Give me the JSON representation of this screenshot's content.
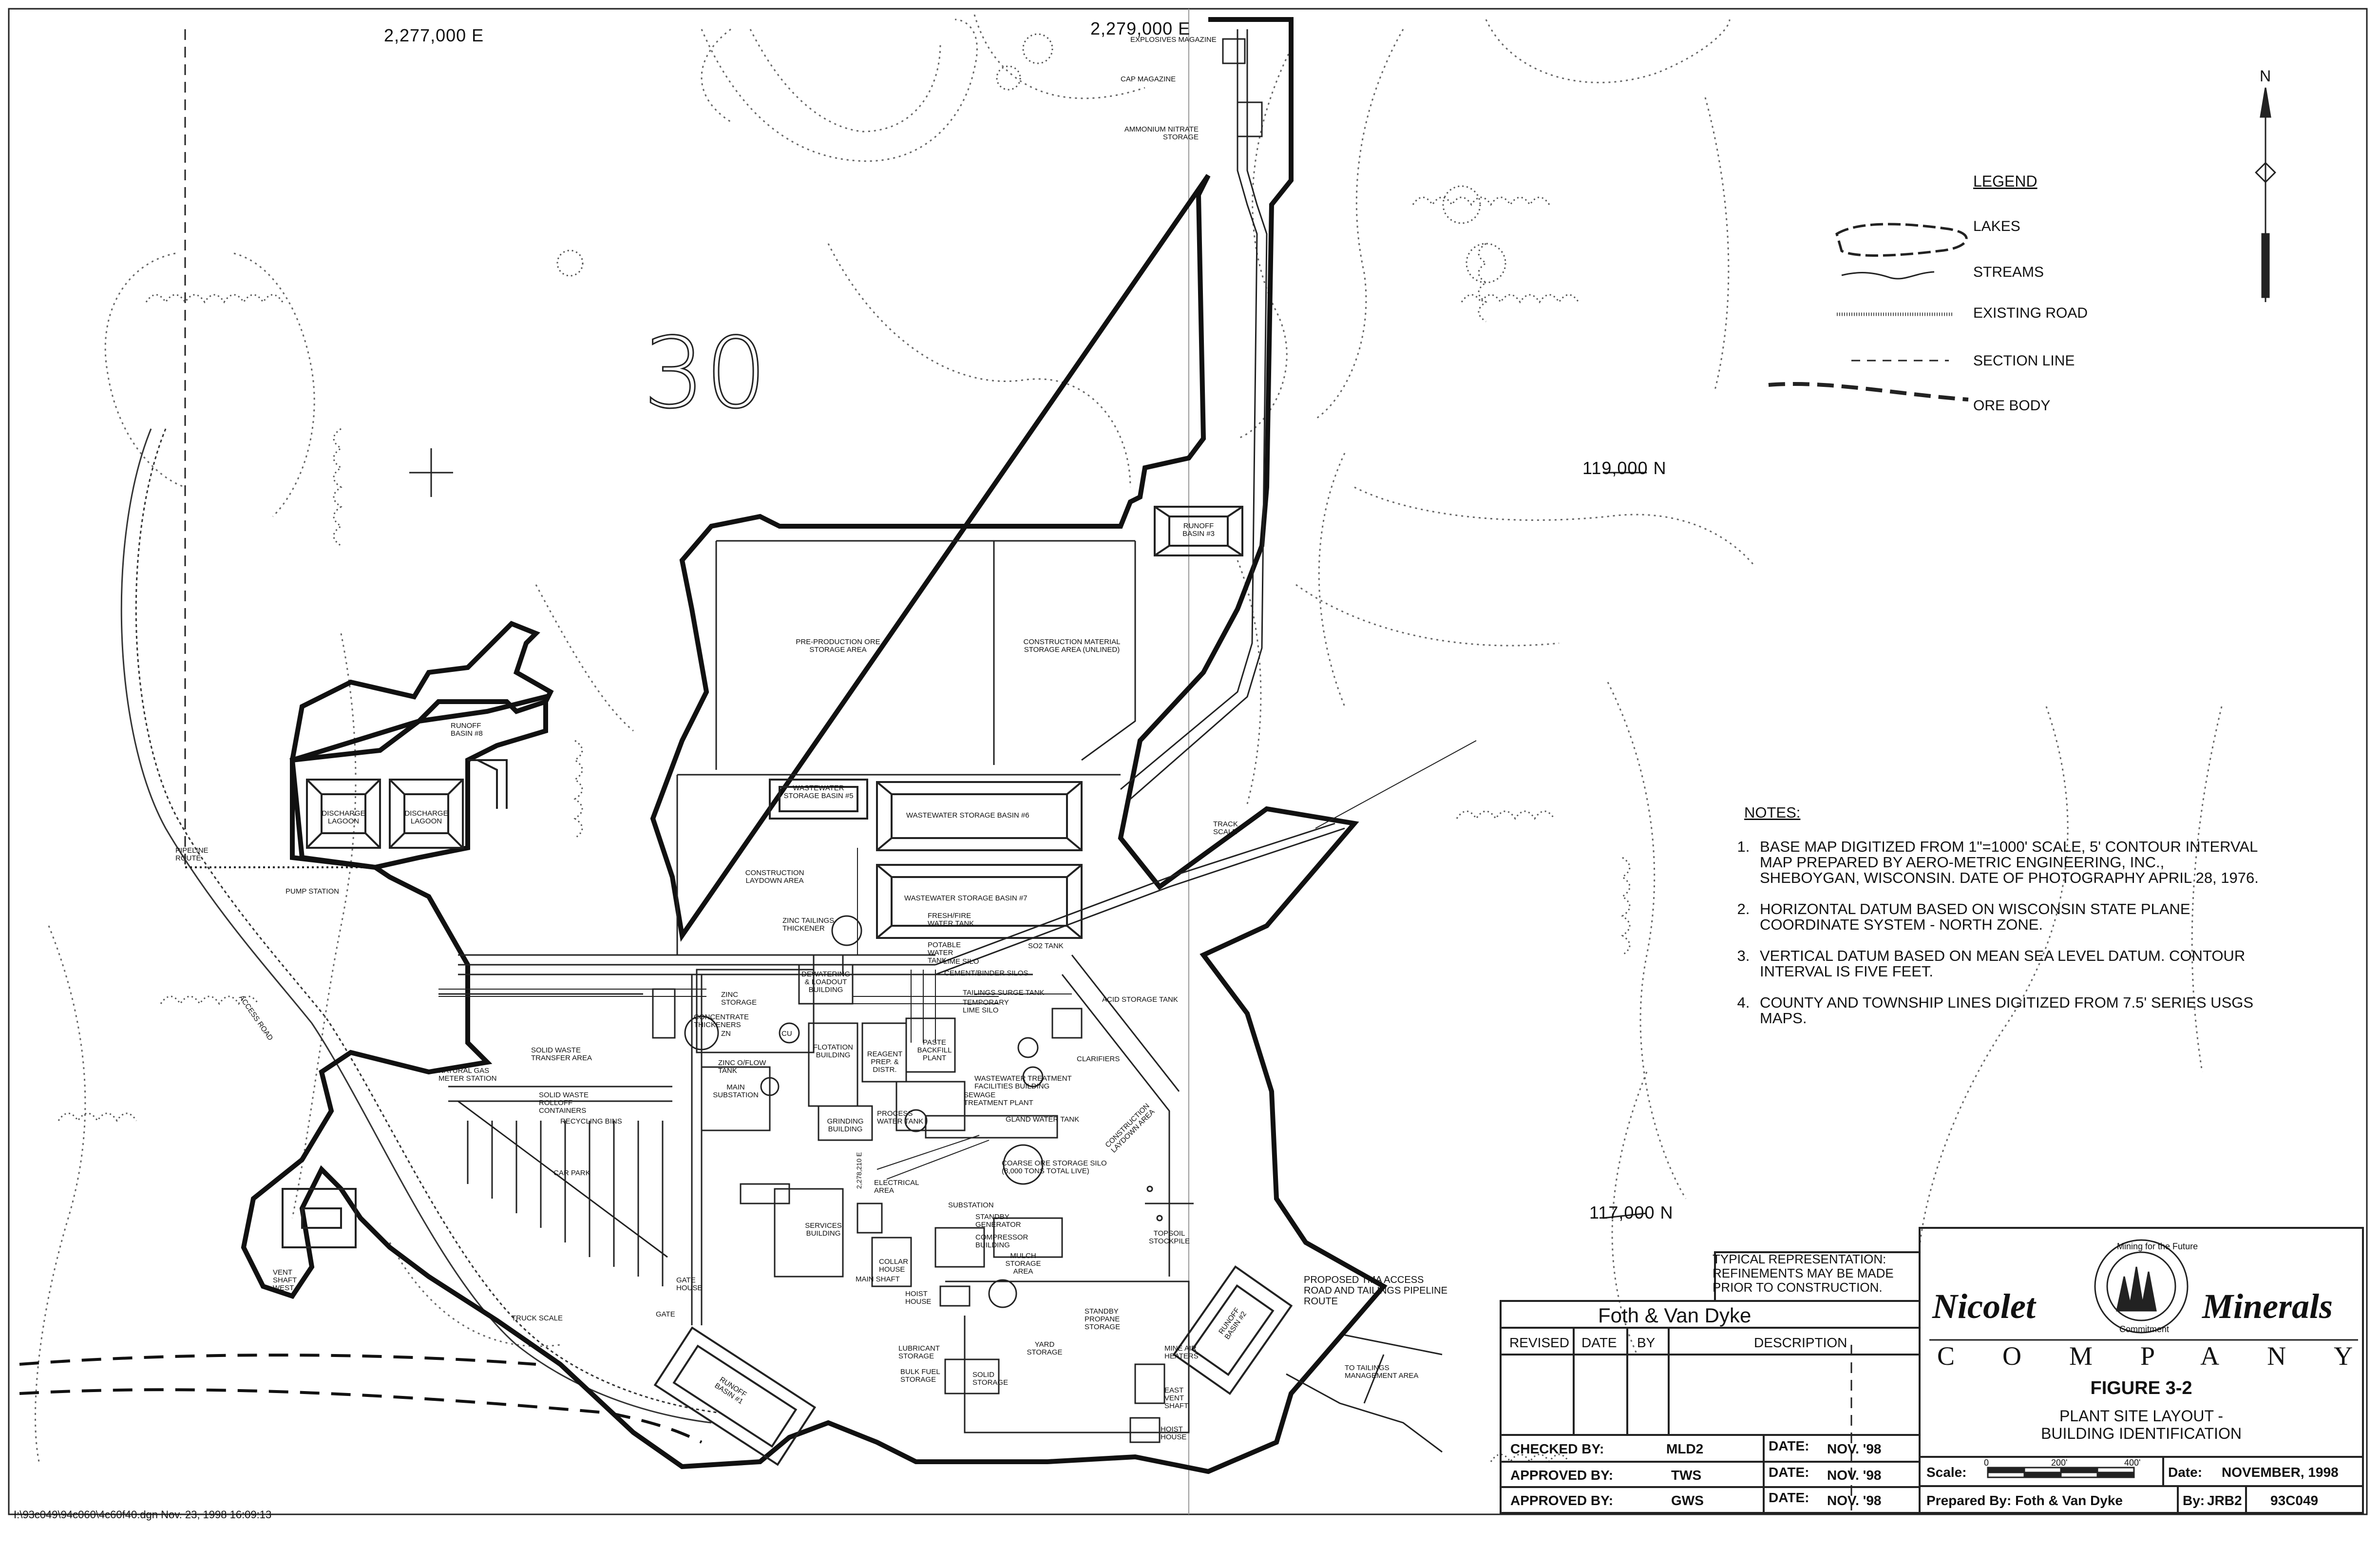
{
  "map": {
    "coordinates": {
      "e_2277000": "2,277,000 E",
      "e_2279000": "2,279,000 E",
      "n_119000": "119,000 N",
      "n_117000": "117,000 N",
      "e_2278210": "2,278,210 E"
    },
    "section_number": "30",
    "north_arrow_label": "N",
    "labels": {
      "explosives_magazine": "EXPLOSIVES MAGAZINE",
      "cap_magazine": "CAP MAGAZINE",
      "ammonium_nitrate_storage": "AMMONIUM NITRATE STORAGE",
      "runoff_basin_3": "RUNOFF BASIN #3",
      "pre_production_ore": "PRE-PRODUCTION ORE STORAGE AREA",
      "construction_material": "CONSTRUCTION MATERIAL STORAGE AREA (UNLINED)",
      "runoff_basin_8": "RUNOFF BASIN #8",
      "discharge_lagoon_1": "DISCHARGE LAGOON",
      "discharge_lagoon_2": "DISCHARGE LAGOON",
      "pipeline_route": "PIPELINE ROUTE",
      "pump_station": "PUMP STATION",
      "wastewater_basin_5": "WASTEWATER STORAGE BASIN #5",
      "wastewater_basin_6": "WASTEWATER STORAGE BASIN #6",
      "wastewater_basin_7": "WASTEWATER STORAGE BASIN #7",
      "construction_laydown": "CONSTRUCTION LAYDOWN AREA",
      "zinc_tailings_thickener": "ZINC TAILINGS THICKENER",
      "fresh_fire_water": "FRESH/FIRE WATER TANK",
      "potable_water": "POTABLE WATER TANK",
      "so2_tank": "SO2 TANK",
      "lime_silo": "LIME SILO",
      "cement_binder": "CEMENT/BINDER SILOS",
      "tailings_surge": "TAILINGS SURGE TANK",
      "temporary_lime_silo": "TEMPORARY LIME SILO",
      "dewatering": "DEWATERING & LOADOUT BUILDING",
      "zinc_storage": "ZINC STORAGE",
      "concentrate_thickeners": "CONCENTRATE THICKENERS",
      "acid_storage": "ACID STORAGE TANK",
      "clarifiers": "CLARIFIERS",
      "flotation": "FLOTATION BUILDING",
      "reagent": "REAGENT PREP. & DISTR.",
      "paste_backfill": "PASTE BACKFILL PLANT",
      "zinc_overflow": "ZINC O/FLOW TANK",
      "main_substation": "MAIN SUBSTATION",
      "wastewater_treatment": "WASTEWATER TREATMENT FACILITIES BUILDING",
      "sewage_treatment": "SEWAGE TREATMENT PLANT",
      "grinding": "GRINDING BUILDING",
      "process_water": "PROCESS WATER TANK",
      "gland_water": "GLAND WATER TANK",
      "coarse_ore": "COARSE ORE STORAGE SILO (8,000 TONS TOTAL LIVE)",
      "construction_laydown_2": "CONSTRUCTION LAYDOWN AREA",
      "solid_waste_transfer": "SOLID WASTE TRANSFER AREA",
      "natural_gas": "NATURAL GAS METER STATION",
      "solid_waste_rolloff": "SOLID WASTE ROLLOFF CONTAINERS",
      "recycling_bins": "RECYCLING BINS",
      "car_park": "CAR PARK",
      "access_road": "ACCESS ROAD",
      "electrical_area": "ELECTRICAL AREA",
      "substation": "SUBSTATION",
      "standby_generator": "STANDBY GENERATOR",
      "services": "SERVICES BUILDING",
      "compressor": "COMPRESSOR BUILDING",
      "mulch_storage": "MULCH STORAGE AREA",
      "topsoil": "TOPSOIL STOCKPILE",
      "collar_house": "COLLAR HOUSE",
      "main_shaft": "MAIN SHAFT",
      "hoist_house": "HOIST HOUSE",
      "track_scale": "TRACK SCALE",
      "vent_shaft_west": "VENT SHAFT WEST",
      "truck_scale": "TRUCK SCALE",
      "gate": "GATE",
      "gate_house": "GATE HOUSE",
      "runoff_basin_1": "RUNOFF BASIN #1",
      "lubricant_storage": "LUBRICANT STORAGE",
      "bulk_fuel": "BULK FUEL STORAGE",
      "solid_storage": "SOLID STORAGE",
      "yard_storage": "YARD STORAGE",
      "standby_propane": "STANDBY PROPANE STORAGE",
      "mine_air_heaters": "MINE AIR HEATERS",
      "east_vent_shaft": "EAST VENT SHAFT",
      "hoist_house_2": "HOIST HOUSE",
      "runoff_basin_2": "RUNOFF BASIN #2",
      "proposed_tma": "PROPOSED TMA ACCESS ROAD AND TAILINGS PIPELINE ROUTE",
      "to_tailings": "TO TAILINGS MANAGEMENT AREA",
      "zn": "Zn",
      "cu": "Cu"
    }
  },
  "legend": {
    "title": "LEGEND",
    "items": [
      {
        "symbol": "lakes",
        "label": "LAKES"
      },
      {
        "symbol": "streams",
        "label": "STREAMS"
      },
      {
        "symbol": "existing-road",
        "label": "EXISTING ROAD"
      },
      {
        "symbol": "section-line",
        "label": "SECTION LINE"
      },
      {
        "symbol": "ore-body",
        "label": "ORE BODY"
      }
    ]
  },
  "notes": {
    "title": "NOTES:",
    "items": [
      "BASE MAP DIGITIZED FROM 1\"=1000' SCALE, 5' CONTOUR INTERVAL MAP PREPARED BY AERO-METRIC ENGINEERING, INC., SHEBOYGAN, WISCONSIN. DATE OF PHOTOGRAPHY APRIL 28, 1976.",
      "HORIZONTAL DATUM BASED ON WISCONSIN STATE PLANE COORDINATE SYSTEM - NORTH ZONE.",
      "VERTICAL DATUM BASED ON MEAN SEA LEVEL DATUM. CONTOUR INTERVAL IS FIVE FEET.",
      "COUNTY AND TOWNSHIP LINES DIGITIZED FROM 7.5' SERIES USGS MAPS."
    ]
  },
  "typical_representation": "TYPICAL REPRESENTATION: REFINEMENTS MAY BE MADE PRIOR TO CONSTRUCTION.",
  "title_block": {
    "firm": "Foth & Van Dyke",
    "revision_headers": {
      "revised": "REVISED",
      "date": "DATE",
      "by": "BY",
      "description": "DESCRIPTION"
    },
    "checked_by_label": "CHECKED BY:",
    "checked_by": "MLD2",
    "approved_by_label_1": "APPROVED BY:",
    "approved_by_1": "TWS",
    "approved_by_label_2": "APPROVED BY:",
    "approved_by_2": "GWS",
    "date_label": "DATE:",
    "date_1": "NOV. '98",
    "date_2": "NOV. '98",
    "date_3": "NOV. '98",
    "company_word_1": "Nicolet",
    "company_word_2": "Minerals",
    "company_sub": "COMPANY",
    "seal_text_top": "Mining for the Future",
    "seal_text_bottom": "Commitment",
    "figure": "FIGURE 3-2",
    "figure_title_1": "PLANT SITE LAYOUT -",
    "figure_title_2": "BUILDING IDENTIFICATION",
    "scale_label": "Scale:",
    "scale_ticks": [
      "0",
      "200'",
      "400'"
    ],
    "date_main_label": "Date:",
    "date_main": "NOVEMBER, 1998",
    "prepared_by": "Prepared By: Foth & Van Dyke",
    "by_label": "By:",
    "by_value": "JRB2",
    "drawing_no": "93C049"
  },
  "footer": "I:\\93c049\\94c060\\4c60f40.dgn  Nov. 23, 1998  16:09:13"
}
